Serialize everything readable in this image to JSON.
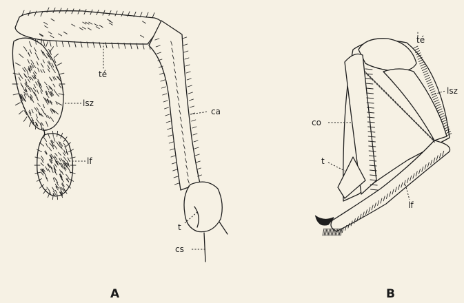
{
  "figure": {
    "panel_a": {
      "caption": "A",
      "labels": {
        "te": "té",
        "lsz": "lsz",
        "lf": "lf",
        "ca": "ca",
        "t": "t",
        "cs": "cs"
      }
    },
    "panel_b": {
      "caption": "B",
      "labels": {
        "te": "té",
        "lsz": "lsz",
        "co": "co",
        "t": "t",
        "lf": "lf"
      }
    }
  },
  "colors": {
    "paper": "#f6f1e4",
    "ink": "#1e1e1e"
  }
}
